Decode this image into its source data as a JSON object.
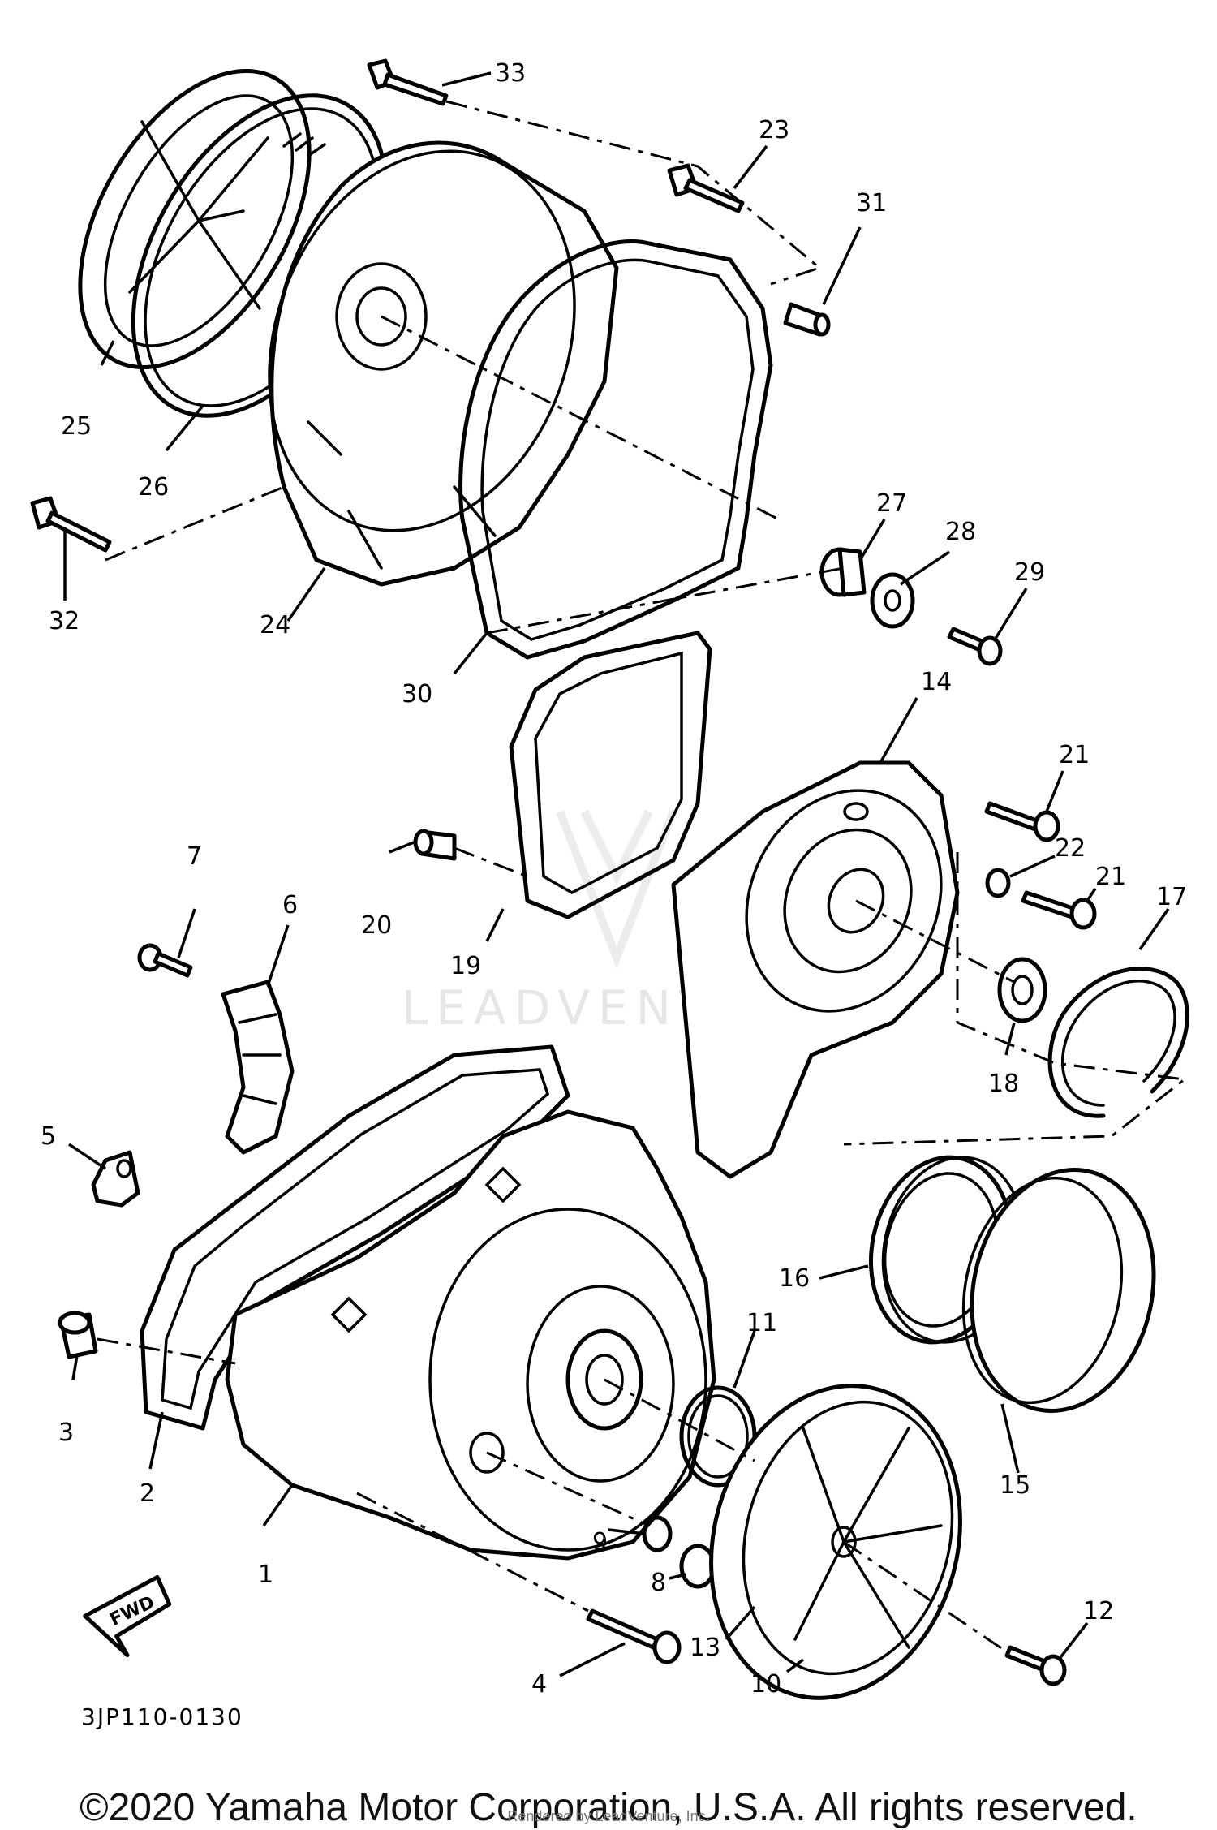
{
  "diagram": {
    "callouts": [
      "1",
      "2",
      "3",
      "4",
      "5",
      "6",
      "7",
      "8",
      "9",
      "10",
      "11",
      "12",
      "13",
      "14",
      "15",
      "16",
      "17",
      "18",
      "19",
      "20",
      "21",
      "21",
      "22",
      "23",
      "24",
      "25",
      "26",
      "27",
      "28",
      "29",
      "30",
      "31",
      "32",
      "33"
    ],
    "part_code": "3JP110-0130",
    "fwd_label": "FWD",
    "watermark": "LEADVENTURE"
  },
  "footer": {
    "copyright": "©2020 Yamaha Motor Corporation, U.S.A. All rights reserved.",
    "rendered_by": "Rendered by LeadVenture, Inc."
  }
}
